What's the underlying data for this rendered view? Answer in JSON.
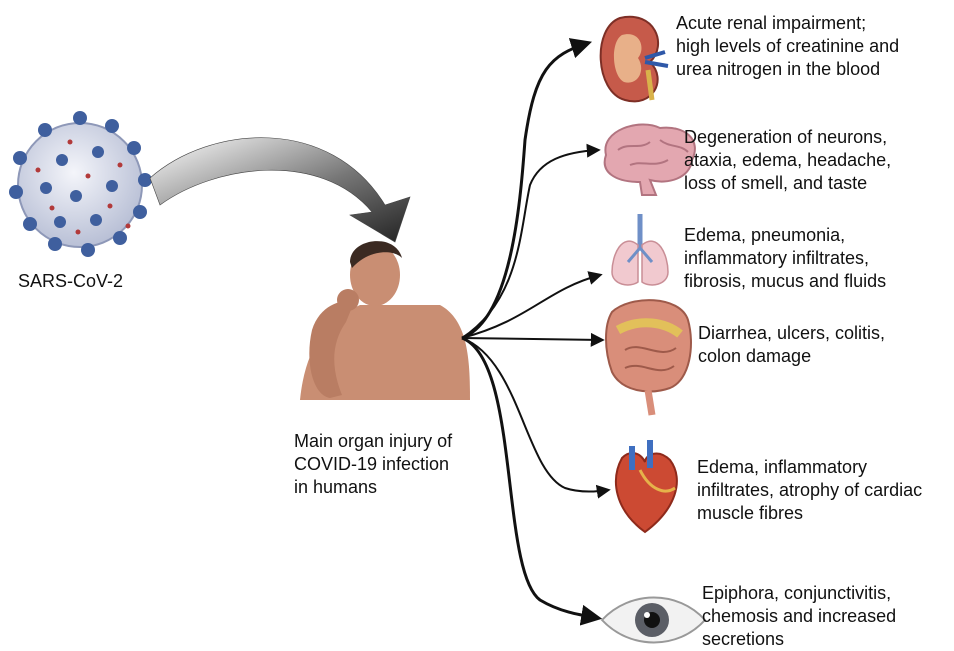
{
  "virus": {
    "label": "SARS-CoV-2",
    "icon": "coronavirus-icon"
  },
  "human": {
    "icon": "coughing-man-icon",
    "caption_lines": [
      "Main organ injury of",
      "COVID-19 infection",
      "in humans"
    ]
  },
  "organs": [
    {
      "id": "kidney",
      "icon": "kidney-icon",
      "lines": [
        "Acute renal impairment;",
        "high levels of creatinine and",
        "urea nitrogen in the blood"
      ]
    },
    {
      "id": "brain",
      "icon": "brain-icon",
      "lines": [
        "Degeneration of neurons,",
        "ataxia, edema, headache,",
        "loss of smell, and taste"
      ]
    },
    {
      "id": "lungs",
      "icon": "lungs-icon",
      "lines": [
        "Edema, pneumonia,",
        "inflammatory infiltrates,",
        "fibrosis, mucus and fluids"
      ]
    },
    {
      "id": "intestines",
      "icon": "intestines-icon",
      "lines": [
        "Diarrhea, ulcers, colitis,",
        "colon damage"
      ]
    },
    {
      "id": "heart",
      "icon": "heart-icon",
      "lines": [
        "Edema, inflammatory",
        "infiltrates, atrophy of cardiac",
        "muscle fibres"
      ]
    },
    {
      "id": "eye",
      "icon": "eye-icon",
      "lines": [
        "Epiphora, conjunctivitis,",
        "chemosis and increased",
        "secretions"
      ]
    }
  ],
  "colors": {
    "arrow": "#111111",
    "virus_body": "#d9dde8",
    "spike": "#3f5f9e",
    "skin": "#c98e73"
  }
}
